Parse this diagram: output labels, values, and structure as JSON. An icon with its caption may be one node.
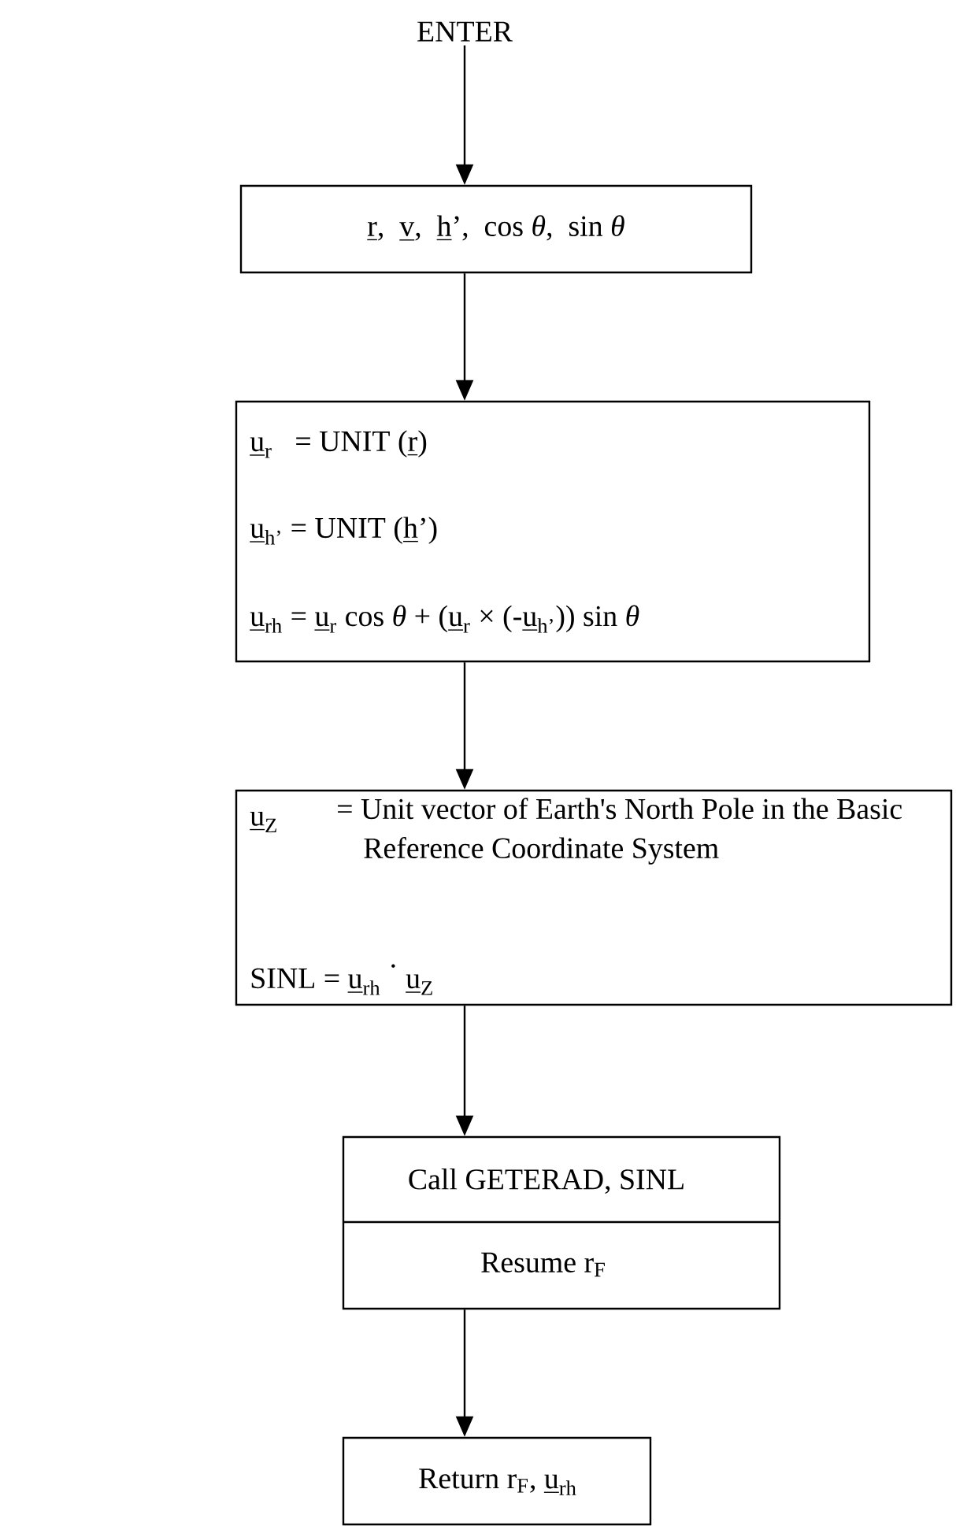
{
  "diagram": {
    "nodes": [
      {
        "text": [
          "ENTER"
        ]
      },
      {
        "text": [
          "\\underline{\\text{r}}\\text{,\\ \\ }\\underline{\\text{v}}\\text{,\\ \\ }\\underline{\\text{h}}\\text{',\\ \\ cos }\\textit{θ}\\text{,\\ \\ sin }\\textit{θ}"
        ]
      },
      {
        "text": [
          "\\underline{\\text{u}}_{\\text{r}}\\text{\\ \\ \\ = UNIT (}\\underline{\\text{r}}\\text{)}",
          "\\underline{\\text{u}}_{\\text{h'}}\\text{ = UNIT (}\\underline{\\text{h}}\\text{')}",
          "\\underline{\\text{u}}_{\\text{rh}}\\text{ = }\\underline{\\text{u}}_{\\text{r}}\\text{ cos }\\textit{θ}\\text{ + (}\\underline{\\text{u}}_{\\text{r}}\\text{ × (-}\\underline{\\text{u}}_{\\text{h'}}\\text{)) sin }\\textit{θ}"
        ]
      },
      {
        "text": [
          "\\underline{\\text{u}}_{\\text{Z}}",
          "= Unit vector of Earth's North Pole in the Basic Reference Coordinate System",
          "\\text{SINL = }\\underline{\\text{u}}_{\\text{rh}}\\ \\raisebox{0.9ex}{\\text{·}}\\ \\underline{\\text{u}}_{\\text{Z}}"
        ]
      },
      {
        "text": [
          "Call GETERAD, SINL",
          "Resume r$_{F}$"
        ]
      },
      {
        "text": [
          "\\text{Return r}_{\\text{F}}\\text{,\\ }\\underline{\\text{u}}_{\\text{rh}}"
        ]
      }
    ],
    "edges": [
      {
        "from": 0,
        "to": 1,
        "arrow": "to"
      },
      {
        "from": 1,
        "to": 2,
        "arrow": "to"
      },
      {
        "from": 2,
        "to": 3,
        "arrow": "to"
      },
      {
        "from": 3,
        "to": 4,
        "arrow": "to"
      },
      {
        "from": 4,
        "to": 5,
        "arrow": "to"
      }
    ]
  }
}
